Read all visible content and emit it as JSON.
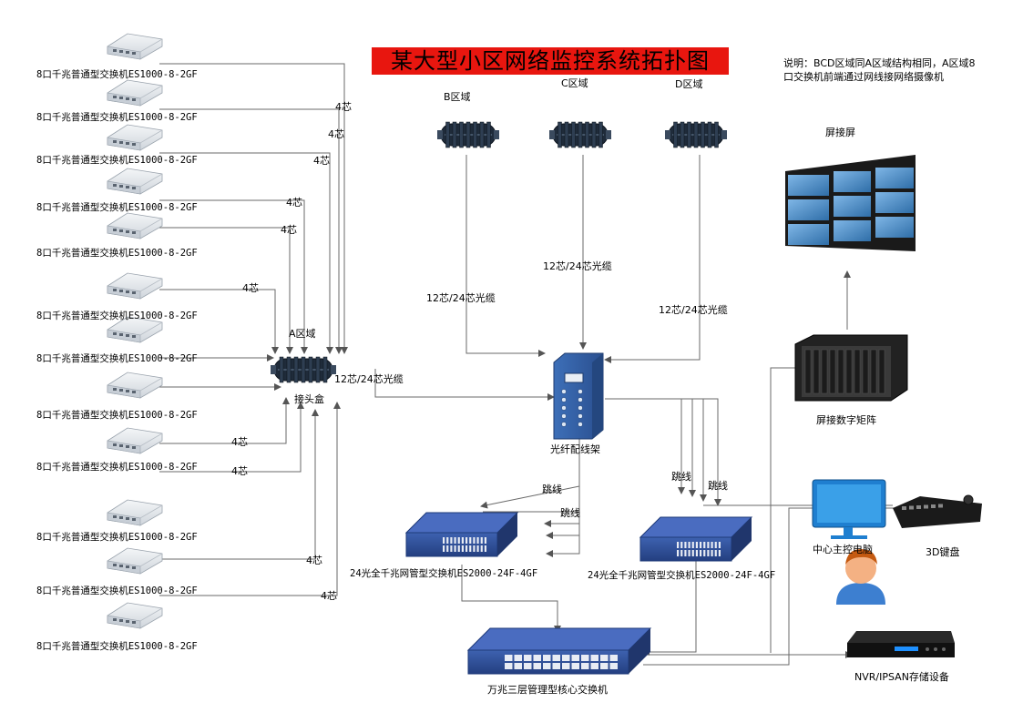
{
  "title": "某大型小区网络监控系统拓扑图",
  "note": "说明：BCD区域同A区域结构相同，A区域8口交换机前端通过网线接网络摄像机",
  "access_switch_label": "8口千兆普通型交换机ES1000-8-2GF",
  "access_switch_count": 12,
  "core_label": "4芯",
  "zones": {
    "a": "A区域",
    "b": "B区域",
    "c": "C区域",
    "d": "D区域"
  },
  "splice_box_label": "接头盒",
  "cable_12_24": "12芯/24芯光缆",
  "odf_label": "光纤配线架",
  "jumper_label": "跳线",
  "agg_switch_label": "24光全千兆网管型交换机ES2000-24F-4GF",
  "core_switch_label": "万兆三层管理型核心交换机",
  "video_wall_label": "屏接屏",
  "matrix_label": "屏接数字矩阵",
  "pc_label": "中心主控电脑",
  "keyboard_label": "3D键盘",
  "nvr_label": "NVR/IPSAN存储设备",
  "colors": {
    "title_bg": "#e8160f",
    "switch_blue": "#2f4f97",
    "line": "#666666",
    "enclosure": "#1f2b3a"
  }
}
